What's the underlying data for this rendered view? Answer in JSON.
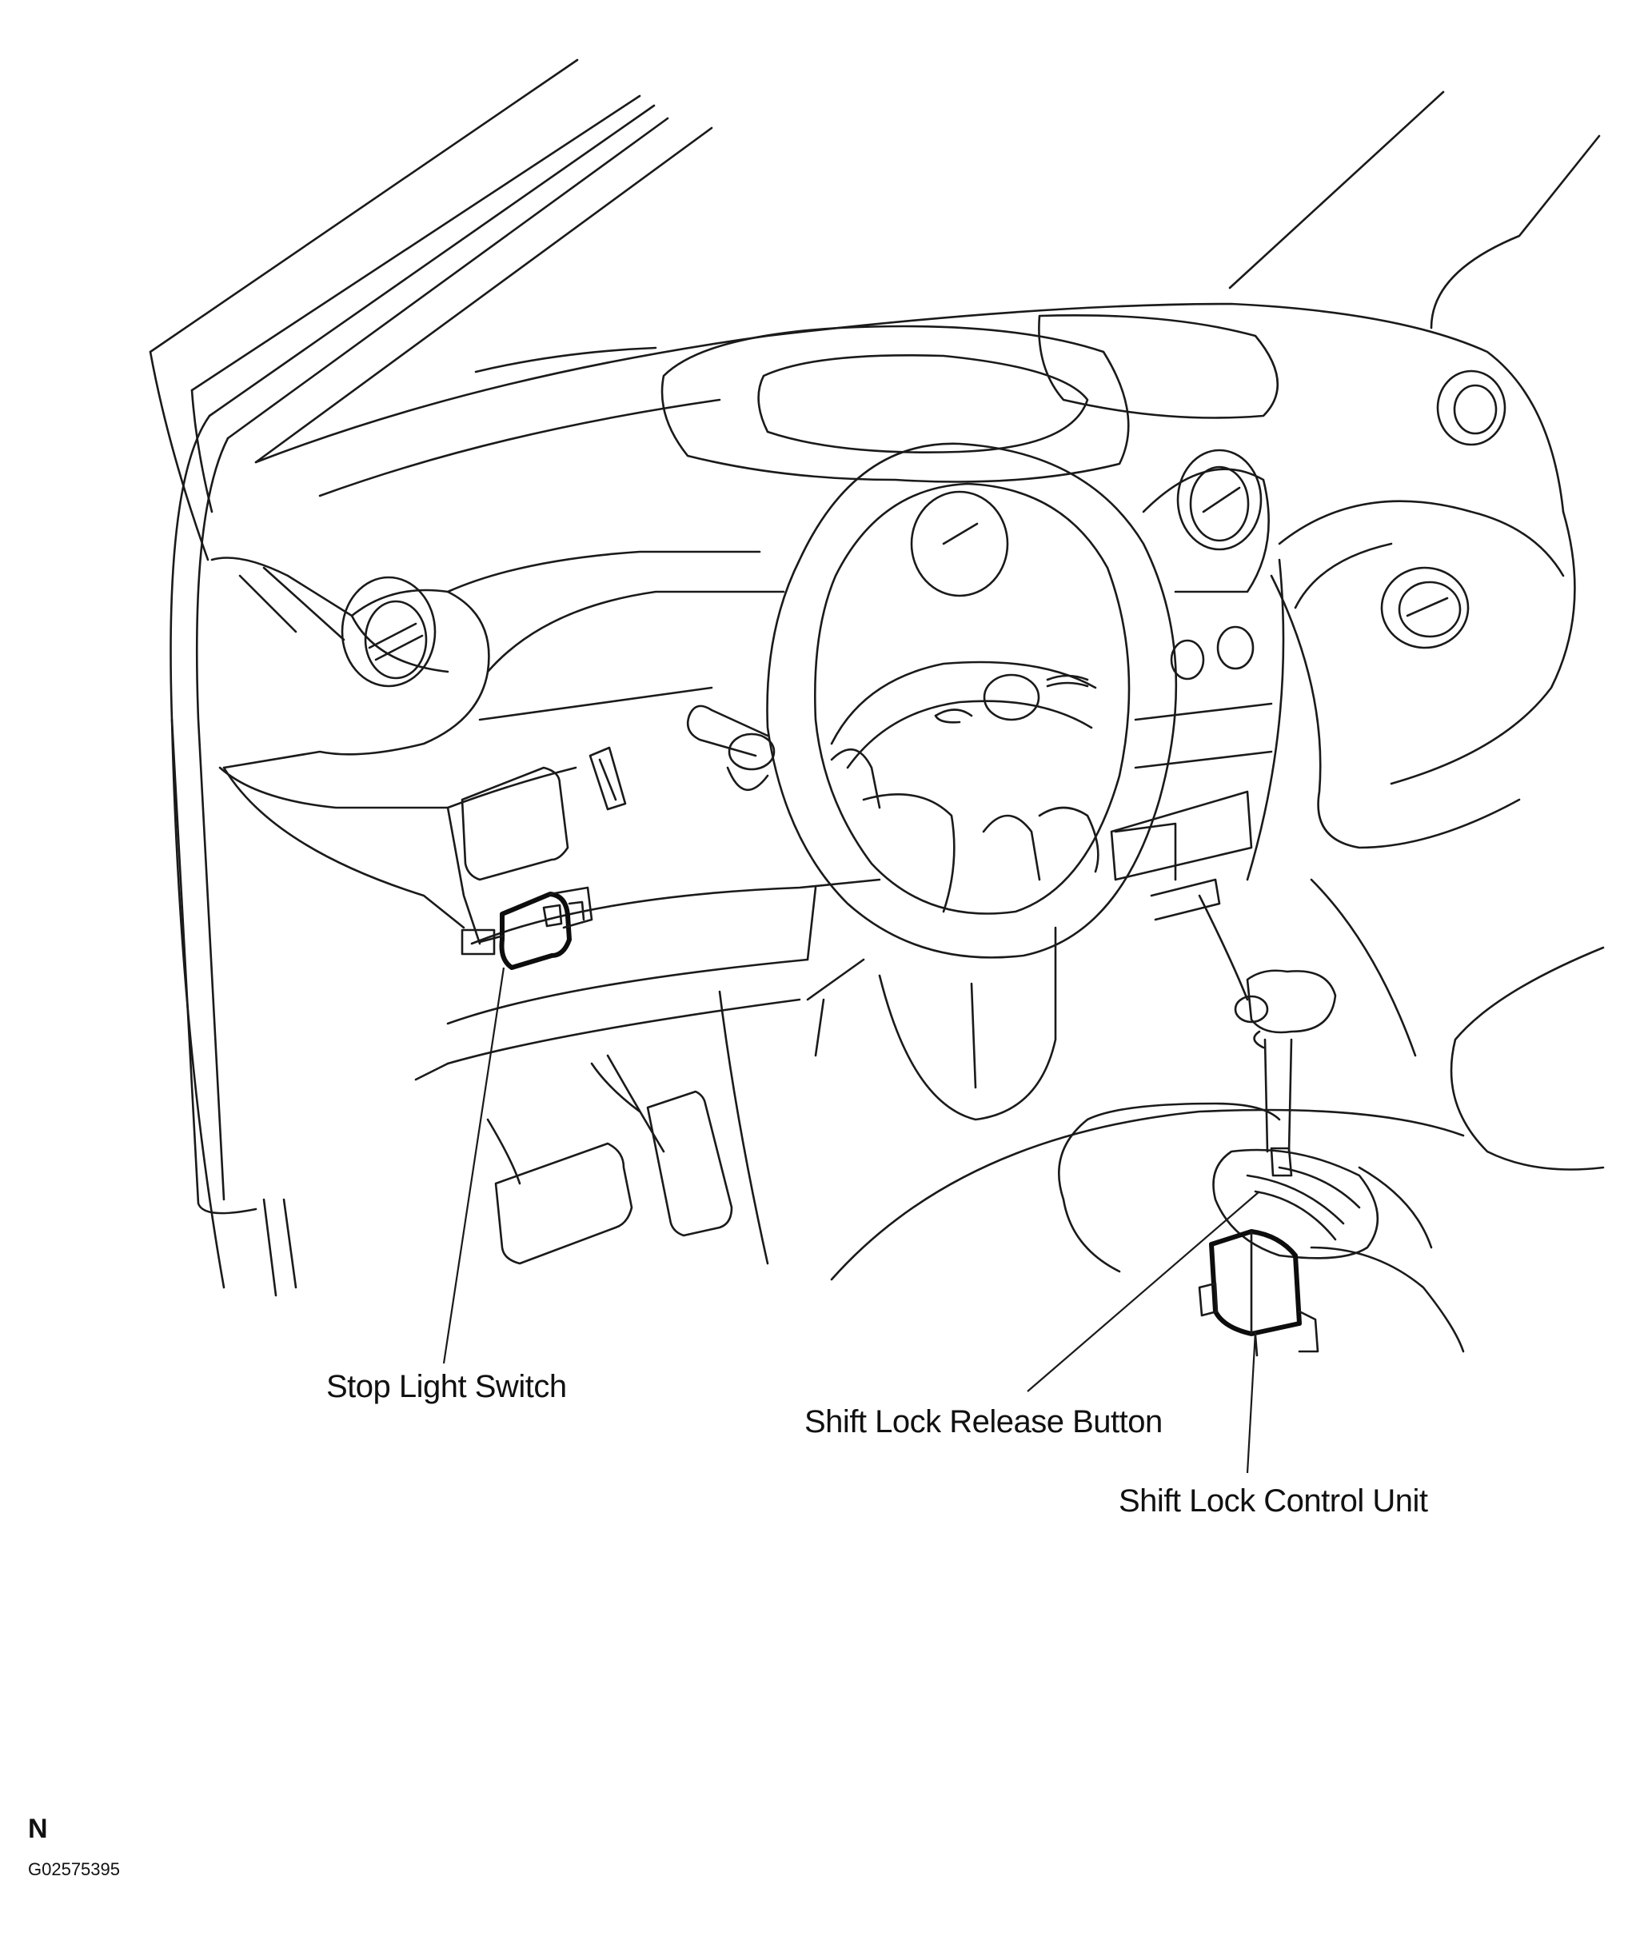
{
  "labels": {
    "stop_light_switch": "Stop Light Switch",
    "shift_lock_release_button": "Shift Lock Release Button",
    "shift_lock_control_unit": "Shift Lock Control Unit"
  },
  "corner_letter": "N",
  "figure_code": "G02575395",
  "colors": {
    "ink": "#1a1a1a",
    "background": "#ffffff"
  }
}
